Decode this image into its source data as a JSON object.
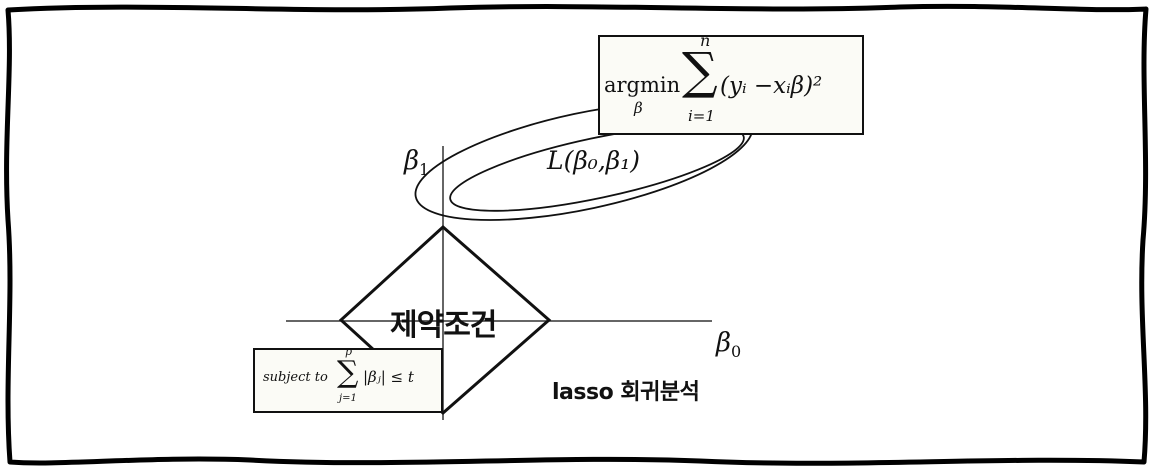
{
  "diagram": {
    "frame_color": "#000000",
    "line_color": "#111111",
    "axis_color": "#333333",
    "box_fill": "#fbfbf6",
    "axes": {
      "horizontal_label": "β",
      "horizontal_subscript": "0",
      "vertical_label": "β",
      "vertical_subscript": "1"
    },
    "loss_contour": {
      "label": "L(β₀,β₁)"
    },
    "constraint_region": {
      "label": "제약조건"
    },
    "objective_box": {
      "operator": "argmin",
      "operator_sub": "β",
      "sum_symbol": "∑",
      "sum_upper": "n",
      "sum_lower": "i=1",
      "expression": "(yᵢ −xᵢβ)²"
    },
    "constraint_box": {
      "prefix": "subject to",
      "sum_symbol": "∑",
      "sum_upper": "p",
      "sum_lower": "j=1",
      "expression": "|βⱼ| ≤ t"
    },
    "caption": "lasso 회귀분석"
  }
}
